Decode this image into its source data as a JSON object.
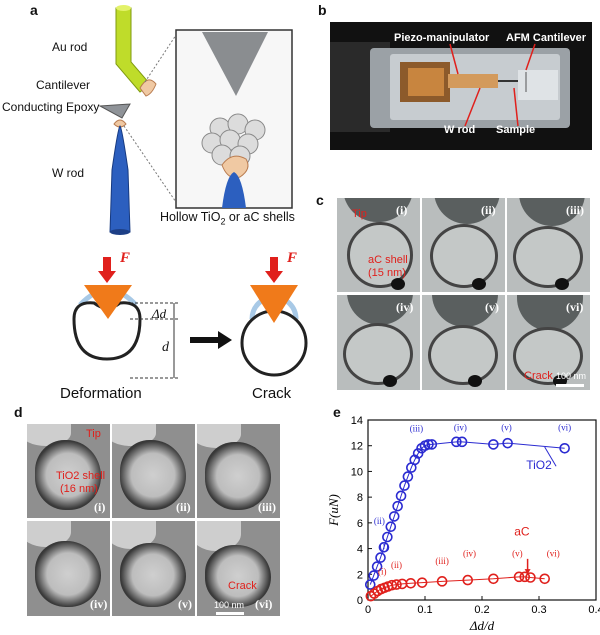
{
  "panels": {
    "a": {
      "letter": "a",
      "labels": {
        "au_rod": "Au rod",
        "cantilever": "Cantilever",
        "epoxy": "Conducting Epoxy",
        "w_rod": "W rod",
        "shells_pre": "Hollow TiO",
        "shells_sub": "2",
        "shells_post": " or aC shells"
      },
      "deformation": {
        "force_label": "F",
        "delta_d": "Δd",
        "d": "d",
        "deformation": "Deformation",
        "crack": "Crack"
      }
    },
    "b": {
      "letter": "b",
      "labels": {
        "piezo": "Piezo-manipulator",
        "afm": "AFM Cantilever",
        "w_rod": "W rod",
        "sample": "Sample"
      }
    },
    "c": {
      "letter": "c",
      "labels": {
        "tip": "Tip",
        "shell": "aC shell",
        "shell_size": "(15 nm)",
        "crack": "Crack",
        "scale": "100 nm"
      },
      "frames": [
        "(i)",
        "(ii)",
        "(iii)",
        "(iv)",
        "(v)",
        "(vi)"
      ]
    },
    "d": {
      "letter": "d",
      "labels": {
        "tip": "Tip",
        "shell": "TiO2 shell",
        "shell_size": "(16 nm)",
        "crack": "Crack",
        "scale": "100 nm"
      },
      "frames": [
        "(i)",
        "(ii)",
        "(iii)",
        "(iv)",
        "(v)",
        "(vi)"
      ]
    },
    "e": {
      "letter": "e"
    }
  },
  "chart_data": {
    "type": "scatter",
    "xlabel": "Δd/d",
    "ylabel": "F(uN)",
    "xlim": [
      0,
      0.4
    ],
    "ylim": [
      0,
      14
    ],
    "xticks": [
      "0",
      "0.1",
      "0.2",
      "0.3",
      "0.4"
    ],
    "yticks": [
      "0",
      "2",
      "4",
      "6",
      "8",
      "10",
      "12",
      "14"
    ],
    "series": [
      {
        "name": "TiO2",
        "color": "#2b2bd1",
        "x": [
          0.004,
          0.01,
          0.016,
          0.022,
          0.028,
          0.034,
          0.04,
          0.046,
          0.052,
          0.058,
          0.064,
          0.07,
          0.076,
          0.082,
          0.088,
          0.094,
          0.1,
          0.106,
          0.112,
          0.155,
          0.165,
          0.22,
          0.245,
          0.345
        ],
        "y": [
          1.2,
          1.9,
          2.6,
          3.3,
          4.1,
          4.9,
          5.7,
          6.5,
          7.3,
          8.1,
          8.9,
          9.6,
          10.3,
          10.9,
          11.4,
          11.8,
          12.0,
          12.1,
          12.1,
          12.3,
          12.3,
          12.1,
          12.2,
          11.8
        ],
        "annotations": [
          {
            "text": "(i)",
            "x": 0.028,
            "y": 4.0
          },
          {
            "text": "(ii)",
            "x": 0.02,
            "y": 5.9
          },
          {
            "text": "(iii)",
            "x": 0.085,
            "y": 13.1
          },
          {
            "text": "(iv)",
            "x": 0.162,
            "y": 13.2
          },
          {
            "text": "(v)",
            "x": 0.243,
            "y": 13.2
          },
          {
            "text": "(vi)",
            "x": 0.345,
            "y": 13.2
          }
        ]
      },
      {
        "name": "aC",
        "color": "#e0201c",
        "x": [
          0.005,
          0.011,
          0.017,
          0.023,
          0.029,
          0.035,
          0.042,
          0.05,
          0.06,
          0.075,
          0.095,
          0.13,
          0.175,
          0.22,
          0.265,
          0.275,
          0.285,
          0.31
        ],
        "y": [
          0.3,
          0.5,
          0.7,
          0.85,
          0.95,
          1.05,
          1.15,
          1.2,
          1.25,
          1.3,
          1.35,
          1.45,
          1.55,
          1.65,
          1.8,
          1.8,
          1.75,
          1.65
        ],
        "annotations": [
          {
            "text": "(i)",
            "x": 0.025,
            "y": 2.0
          },
          {
            "text": "(ii)",
            "x": 0.05,
            "y": 2.5
          },
          {
            "text": "(iii)",
            "x": 0.13,
            "y": 2.8
          },
          {
            "text": "(iv)",
            "x": 0.178,
            "y": 3.4
          },
          {
            "text": "(v)",
            "x": 0.262,
            "y": 3.4
          },
          {
            "text": "(vi)",
            "x": 0.325,
            "y": 3.4
          }
        ]
      }
    ]
  }
}
